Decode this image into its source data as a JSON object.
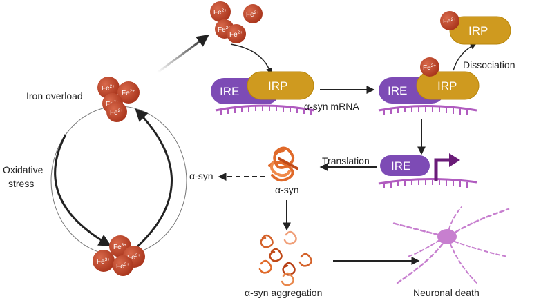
{
  "labels": {
    "iron_overload": "Iron overload",
    "oxidative_stress_line1": "Oxidative",
    "oxidative_stress_line2": "stress",
    "dissociation": "Dissociation",
    "asyn_mrna": "α-syn mRNA",
    "translation": "Translation",
    "asyn_left": "α-syn",
    "asyn_center": "α-syn",
    "asyn_aggregation": "α-syn aggregation",
    "neuronal_death": "Neuronal death"
  },
  "boxes": {
    "ire": "IRE",
    "irp": "IRP"
  },
  "ions": {
    "fe2_base": "Fe",
    "fe2_sup": "2+",
    "fe3_base": "Fe",
    "fe3_sup": "3+"
  },
  "colors": {
    "ire": "#7d4bb5",
    "irp": "#cf9a1f",
    "ion": "#c0452a",
    "mrna": "#b05bbf",
    "promoter": "#6a1b78",
    "protein": "#e06a2a",
    "neuron": "#c77fcf",
    "arrow": "#222222"
  }
}
